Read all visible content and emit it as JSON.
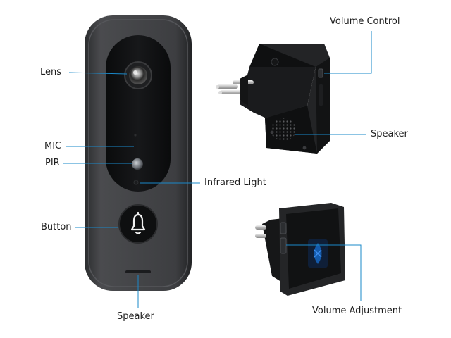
{
  "labels": {
    "lens": "Lens",
    "mic": "MIC",
    "pir": "PIR",
    "button": "Button",
    "speaker_bottom": "Speaker",
    "infrared_light": "Infrared Light",
    "volume_control": "Volume Control",
    "speaker_right": "Speaker",
    "volume_adjustment": "Volume Adjustment"
  },
  "colors": {
    "leader_line": "#1a88c9",
    "doorbell_body": "#3a3b3d",
    "doorbell_face": "#0b0c0e",
    "chime_body": "#1c1d1f",
    "plug_pin": "#c8c8c8",
    "button_led": "#1565c0"
  },
  "icons": [
    "bell-icon",
    "eu-plug-icon"
  ]
}
